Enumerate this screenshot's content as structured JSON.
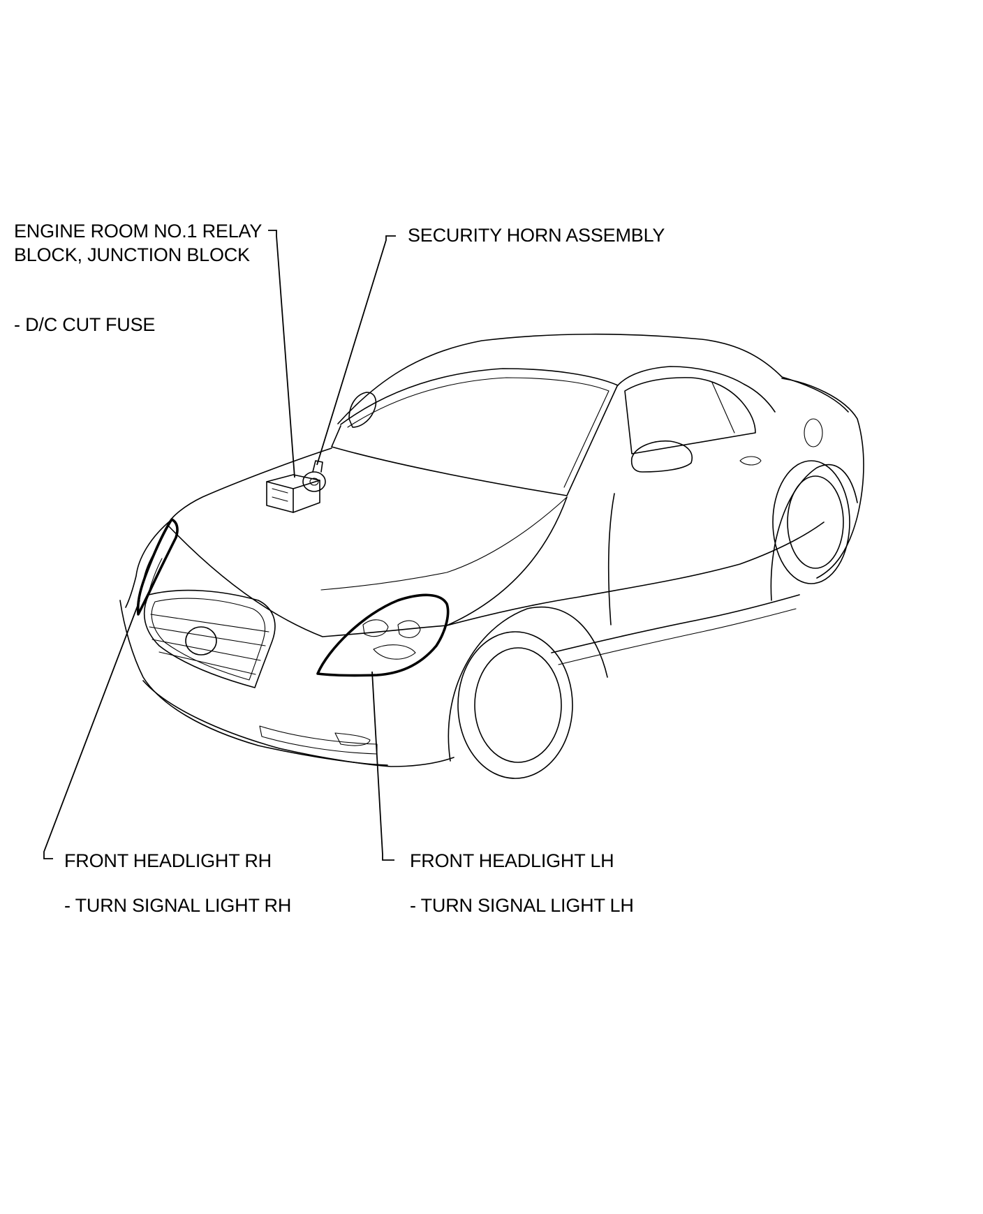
{
  "labels": {
    "relay_block_line1": "ENGINE ROOM NO.1 RELAY",
    "relay_block_line2": "BLOCK, JUNCTION BLOCK",
    "relay_block_sub": "- D/C CUT FUSE",
    "horn": "SECURITY HORN ASSEMBLY",
    "headlight_rh": "FRONT HEADLIGHT RH",
    "headlight_rh_sub": "- TURN SIGNAL LIGHT RH",
    "headlight_lh": "FRONT HEADLIGHT LH",
    "headlight_lh_sub": "- TURN SIGNAL LIGHT LH"
  },
  "colors": {
    "line": "#000000",
    "background": "#ffffff"
  }
}
